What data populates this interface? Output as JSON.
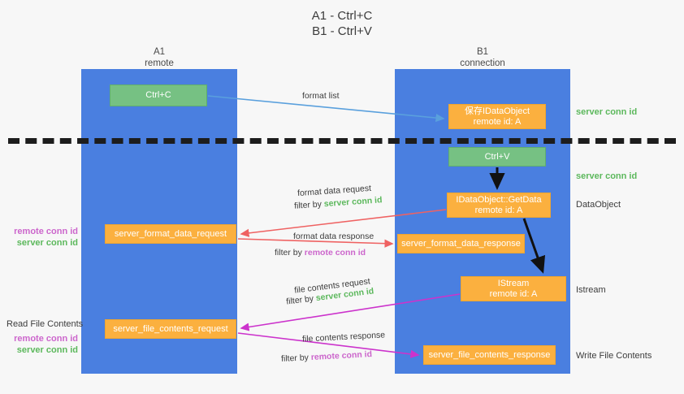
{
  "title": "A1 - Ctrl+C\nB1 - Ctrl+V",
  "lanes": {
    "a": {
      "name": "A1",
      "role": "remote",
      "header": "A1\nremote"
    },
    "b": {
      "name": "B1",
      "role": "connection",
      "header": "B1\nconnection"
    }
  },
  "colors": {
    "lane": "#4a7fe0",
    "green_node": "#76c183",
    "orange_node": "#fbb03f",
    "server_conn_id": "#5cb85c",
    "remote_conn_id": "#cc66cc",
    "divider": "#1d1d1d",
    "edge_blue": "#5aa0dd",
    "edge_red": "#ef6262",
    "edge_magenta": "#cc33cc",
    "edge_black": "#111111",
    "background": "#f7f7f7"
  },
  "nodes": {
    "ctrl_c": "Ctrl+C",
    "save_dataobject": "保存IDataObject\nremote id: A",
    "ctrl_v": "Ctrl+V",
    "getdata": "IDataObject::GetData\nremote id: A",
    "istream": "IStream\nremote id: A",
    "server_format_data_request": "server_format_data_request",
    "server_format_data_response": "server_format_data_response",
    "server_file_contents_request": "server_file_contents_request",
    "server_file_contents_response": "server_file_contents_response"
  },
  "edge_labels": {
    "format_list": "format list",
    "format_data_request": "format data request",
    "format_data_request_filter_prefix": "filter by ",
    "format_data_request_filter_value": "server conn id",
    "format_data_response": "format data response",
    "format_data_response_filter_prefix": "filter by ",
    "format_data_response_filter_value": "remote conn id",
    "file_contents_request": "file contents request",
    "file_contents_request_filter_prefix": "filter by ",
    "file_contents_request_filter_value": "server conn id",
    "file_contents_response": "file contents response",
    "file_contents_response_filter_prefix": "filter by ",
    "file_contents_response_filter_value": "remote conn id"
  },
  "annotations": {
    "server_conn_id_top": "server conn id",
    "server_conn_id_mid": "server conn id",
    "dataobject": "DataObject",
    "istream": "Istream",
    "write_file_contents": "Write File Contents",
    "read_file_contents": "Read File Contents",
    "left_conn_ids_mid": {
      "remote": "remote conn id",
      "server": "server conn id"
    },
    "left_conn_ids_low": {
      "remote": "remote conn id",
      "server": "server conn id"
    }
  }
}
